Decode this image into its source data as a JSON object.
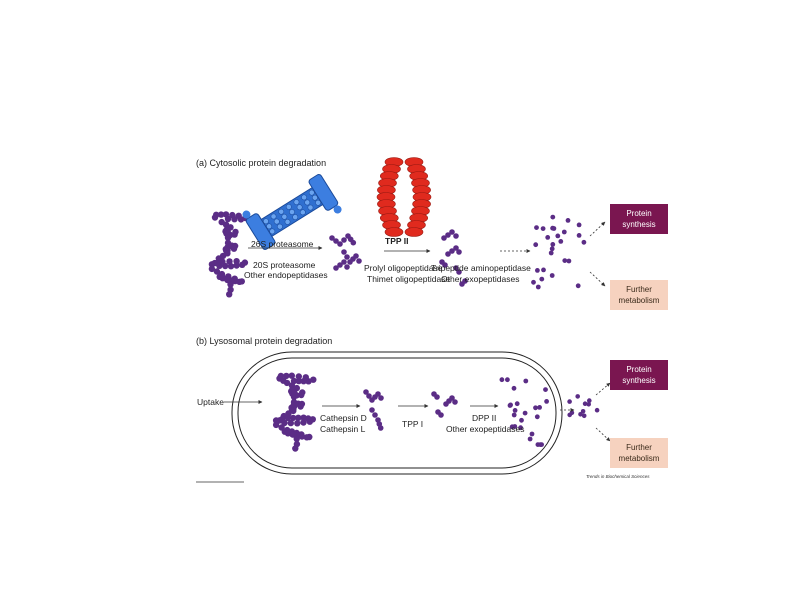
{
  "colors": {
    "bead": "#5b2d86",
    "proteasome": "#2f6fd0",
    "tpp": "#e02a1e",
    "synthesis_box": "#7a1650",
    "synthesis_text": "#ffffff",
    "metabolism_box": "#f6d2bf",
    "metabolism_text": "#3a2a1a",
    "arrow": "#333333"
  },
  "panel_a": {
    "title": "(a)  Cytosolic protein degradation",
    "step1_label_top": "26S proteasome",
    "step1_label_bottom_1": "20S proteasome",
    "step1_label_bottom_2": "Other endopeptidases",
    "tpp_label": "TPP II",
    "step2_label_1": "Prolyl oligopeptidase",
    "step2_label_2": "Thimet oligopeptidase",
    "step3_label_1": "Tripeptide aminopeptidase",
    "step3_label_2": "Other exopeptidases",
    "synthesis_label_1": "Protein",
    "synthesis_label_2": "synthesis",
    "metabolism_label_1": "Further",
    "metabolism_label_2": "metabolism"
  },
  "panel_b": {
    "title": "(b)  Lysosomal protein degradation",
    "uptake_label": "Uptake",
    "step1_label_1": "Cathepsin D",
    "step1_label_2": "Cathepsin L",
    "step2_label": "TPP I",
    "step3_label_1": "DPP II",
    "step3_label_2": "Other exopeptidases",
    "synthesis_label_1": "Protein",
    "synthesis_label_2": "synthesis",
    "metabolism_label_1": "Further",
    "metabolism_label_2": "metabolism"
  },
  "credit": "Trends in Biochemical Sciences"
}
